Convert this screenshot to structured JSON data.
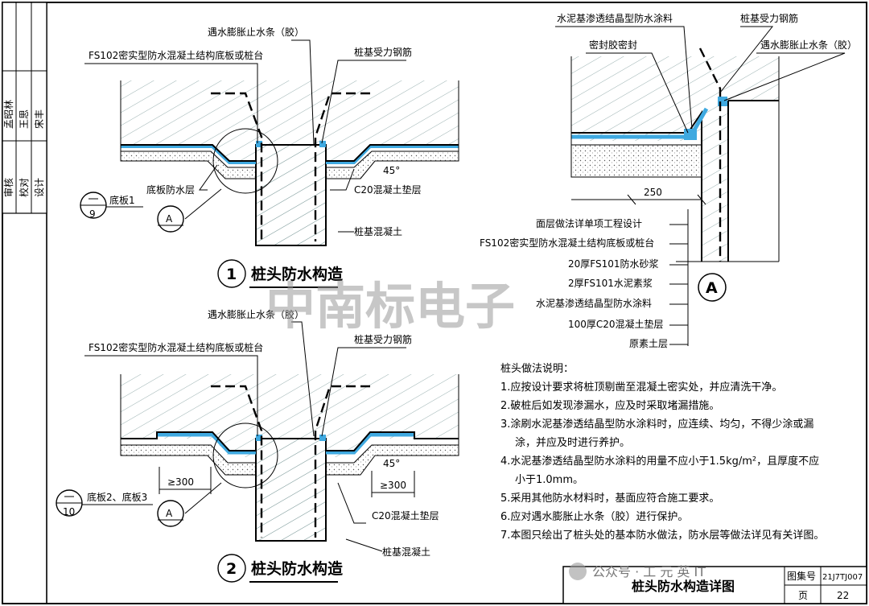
{
  "sign_block": {
    "row_labels": [
      "审核",
      "校对",
      "设计"
    ],
    "names": [
      "孟昭林",
      "王思",
      "宋丰"
    ]
  },
  "detail1": {
    "title_number": "1",
    "title": "桩头防水构造",
    "labels": {
      "waterstop": "遇水膨胀止水条（胶）",
      "slab": "FS102密实型防水混凝土结构底板或桩台",
      "rebar": "桩基受力钢筋",
      "floor_ref": "底板1",
      "ref_sheet": "9",
      "membrane": "底板防水层",
      "angle": "45°",
      "cushion": "C20混凝土垫层",
      "detail_ref": "A",
      "pile": "桩基混凝土"
    }
  },
  "detail2": {
    "title_number": "2",
    "title": "桩头防水构造",
    "labels": {
      "waterstop": "遇水膨胀止水条（胶）",
      "slab": "FS102密实型防水混凝土结构底板或桩台",
      "rebar": "桩基受力钢筋",
      "floor_ref": "底板2、底板3",
      "ref_sheet": "10",
      "dim_left": "≥300",
      "dim_right": "≥300",
      "angle": "45°",
      "cushion": "C20混凝土垫层",
      "detail_ref": "A",
      "pile": "桩基混凝土"
    }
  },
  "detailA": {
    "label": "A",
    "callouts": {
      "coating": "水泥基渗透结晶型防水涂料",
      "rebar": "桩基受力钢筋",
      "sealant": "密封胶密封",
      "waterstop": "遇水膨胀止水条（胶）"
    },
    "dimension": "250",
    "layers": [
      "面层做法详单项工程设计",
      "FS102密实型防水混凝土结构底板或桩台",
      "20厚FS101防水砂浆",
      "2厚FS101水泥素浆",
      "水泥基渗透结晶型防水涂料",
      "100厚C20混凝土垫层",
      "原素土层"
    ]
  },
  "notes": {
    "title": "桩头做法说明：",
    "items": [
      "1.应按设计要求将桩顶剔凿至混凝土密实处，并应清洗干净。",
      "2.破桩后如发现渗漏水，应及时采取堵漏措施。",
      "3.涂刷水泥基渗透结晶型防水涂料时，应连续、均匀，不得少涂或漏",
      "涂，并应及时进行养护。",
      "4.水泥基渗透结晶型防水涂料的用量不应小于1.5kg/m²，且厚度不应",
      "小于1.0mm。",
      "5.采用其他防水材料时，基面应符合施工要求。",
      "6.应对遇水膨胀止水条（胶）进行保护。",
      "7.本图只绘出了桩头处的基本防水做法，防水层等做法详见有关详图。"
    ]
  },
  "title_block": {
    "drawing_title": "桩头防水构造详图",
    "atlas_label": "图集号",
    "atlas_number": "21J7TJ007",
    "page_label": "页",
    "page_number": "22"
  },
  "watermark": {
    "text": "中南标电子",
    "wechat": "公众号 · 工 元 英 IT"
  },
  "colors": {
    "waterproof": "#3fa9e0",
    "hatch": "#6f8f8f",
    "line": "#000000"
  }
}
